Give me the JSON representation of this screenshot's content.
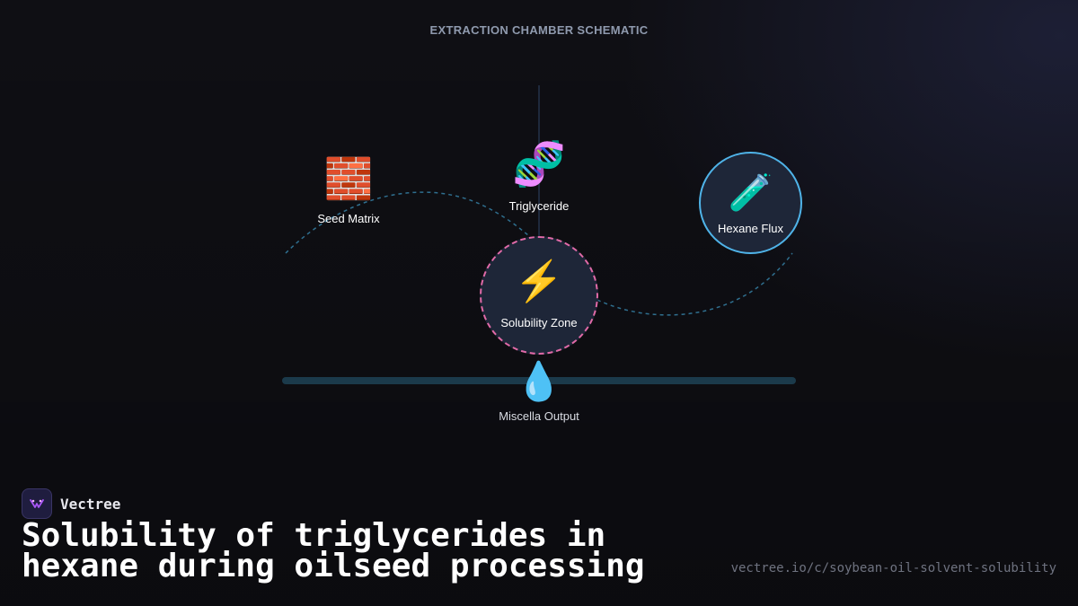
{
  "header": {
    "title": "EXTRACTION CHAMBER SCHEMATIC"
  },
  "nodes": {
    "seed_matrix": {
      "label": "Seed Matrix",
      "icon": "brick-icon",
      "glyph": "🧱"
    },
    "triglyceride": {
      "label": "Triglyceride",
      "icon": "dna-icon",
      "glyph": "🧬"
    },
    "hexane_flux": {
      "label": "Hexane Flux",
      "icon": "test-tube-icon",
      "glyph": "🧪"
    },
    "solubility_zone": {
      "label": "Solubility Zone",
      "icon": "lightning-icon",
      "glyph": "⚡"
    },
    "miscella_output": {
      "label": "Miscella Output",
      "icon": "droplet-icon",
      "glyph": "💧"
    }
  },
  "colors": {
    "background": "#0f0f14",
    "flow_path": "#2f6f8f",
    "output_bar": "#1b3a4b",
    "hexane_ring": "#4fb3e8",
    "solubility_ring": "#e06aa8",
    "node_fill": "#1e2638",
    "header_text": "#8f9aae"
  },
  "brand": {
    "name": "Vectree",
    "icon": "vectree-logo-icon"
  },
  "footer": {
    "headline": "Solubility of triglycerides in hexane during oilseed processing",
    "url": "vectree.io/c/soybean-oil-solvent-solubility"
  }
}
